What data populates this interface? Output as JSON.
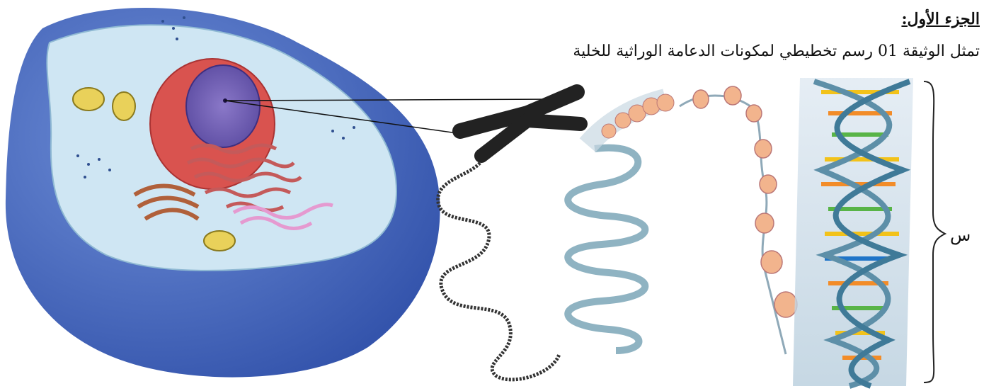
{
  "header": {
    "title": "الجزء الأول:",
    "description": "تمثل الوثيقة 01 رسم تخطيطي لمكونات الدعامة الوراثية للخلية"
  },
  "labels": {
    "brace_label": "س"
  },
  "colors": {
    "cell_outer": "#3f5fb8",
    "cytoplasm": "#cfe6f3",
    "nucleus": "#d9534f",
    "nucleolus": "#6a55a8",
    "chromosome": "#222222",
    "fiber": "#8fb3c2",
    "nucleosome": "#f2b48d",
    "dna_blue": "#1f74c8",
    "dna_yellow": "#f2c21a",
    "dna_green": "#58b447",
    "dna_orange": "#f28c28"
  }
}
